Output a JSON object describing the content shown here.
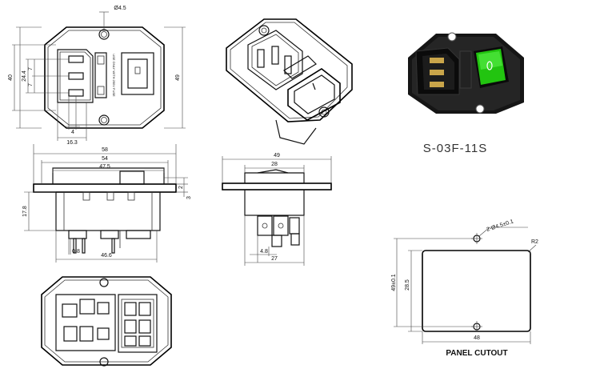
{
  "title": "S-03F-11S",
  "front_view": {
    "hole_dia": "Ø4.5",
    "height_overall": "49",
    "height_body": "40",
    "dim_24_4": "24.4",
    "dim_7a": "7",
    "dim_7b": "7",
    "dim_4": "4",
    "dim_16_3": "16.3",
    "fuse_text": "USE ONLY WITH 250V FUSE"
  },
  "side_view": {
    "width_58": "58",
    "width_54": "54",
    "width_47_5": "47.5",
    "height_17_8": "17.8",
    "dim_2": "2",
    "dim_3": "3",
    "dim_0_8": "0.8",
    "dim_46_6": "46.6"
  },
  "end_view": {
    "width_49": "49",
    "width_28": "28",
    "dim_4_8": "4.8",
    "dim_27": "27"
  },
  "panel_cutout": {
    "label": "PANEL CUTOUT",
    "holes": "2-Ø4.5±0.1",
    "radius": "R2",
    "height_49": "49±0.1",
    "height_28_5": "28.5",
    "width_48": "48"
  }
}
